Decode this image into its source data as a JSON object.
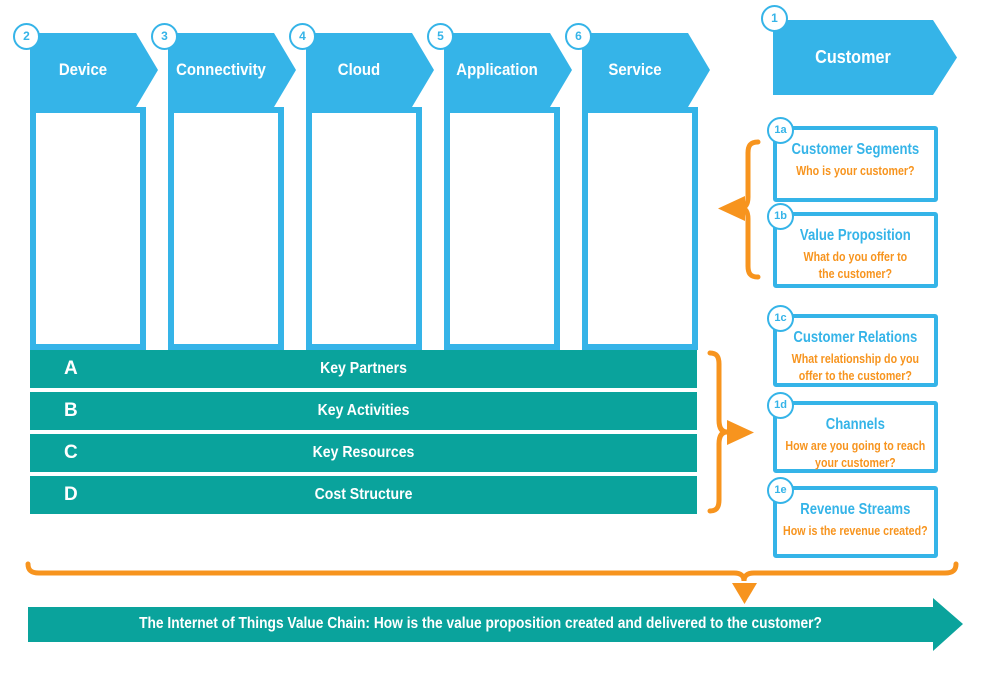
{
  "colors": {
    "blue": "#35B4E8",
    "teal": "#0AA39C",
    "orange": "#F7941E"
  },
  "customer": {
    "badge": "1",
    "label": "Customer"
  },
  "value_chain_columns": [
    {
      "badge": "2",
      "label": "Device"
    },
    {
      "badge": "3",
      "label": "Connectivity"
    },
    {
      "badge": "4",
      "label": "Cloud"
    },
    {
      "badge": "5",
      "label": "Application"
    },
    {
      "badge": "6",
      "label": "Service"
    }
  ],
  "business_model_boxes": [
    {
      "badge": "1a",
      "title": "Customer Segments",
      "question": "Who is your customer?"
    },
    {
      "badge": "1b",
      "title": "Value Proposition",
      "question": "What do you offer to\nthe customer?"
    },
    {
      "badge": "1c",
      "title": "Customer Relations",
      "question": "What relationship do you\noffer to the customer?"
    },
    {
      "badge": "1d",
      "title": "Channels",
      "question": "How are you going to reach\nyour customer?"
    },
    {
      "badge": "1e",
      "title": "Revenue Streams",
      "question": "How is the revenue created?"
    }
  ],
  "key_rows": [
    {
      "letter": "A",
      "label": "Key Partners"
    },
    {
      "letter": "B",
      "label": "Key Activities"
    },
    {
      "letter": "C",
      "label": "Key Resources"
    },
    {
      "letter": "D",
      "label": "Cost Structure"
    }
  ],
  "footer": {
    "label": "The Internet of Things Value Chain: How is the value proposition created and delivered to the customer?"
  }
}
